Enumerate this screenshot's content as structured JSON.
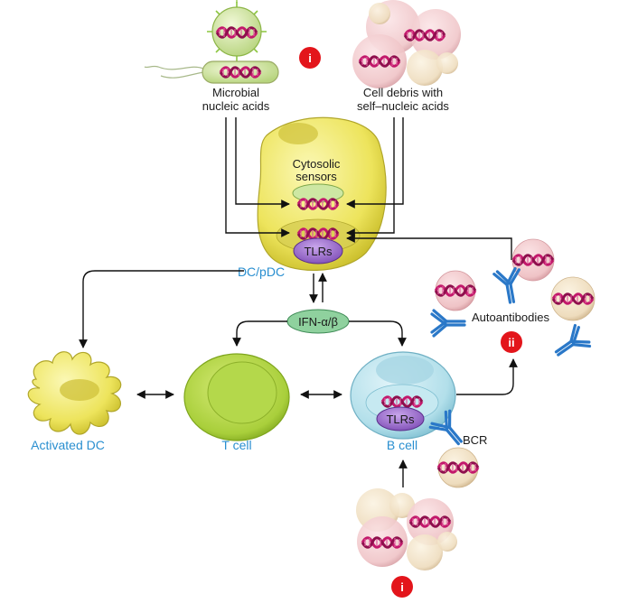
{
  "labels": {
    "microbial": [
      "Microbial",
      "nucleic acids"
    ],
    "cell_debris": [
      "Cell debris with",
      "self–nucleic acids"
    ],
    "cytosolic": [
      "Cytosolic",
      "sensors"
    ],
    "tlrs_top": "TLRs",
    "dc_pdc": "DC/pDC",
    "ifn": "IFN-α/β",
    "autoantibodies": "Autoantibodies",
    "activated_dc": "Activated DC",
    "t_cell": "T cell",
    "b_cell": "B cell",
    "tlrs_b": "TLRs",
    "bcr": "BCR"
  },
  "badges": {
    "top": "i",
    "autoantibodies": "ii",
    "bottom": "i"
  },
  "colors": {
    "badge_red": "#e3151b",
    "label_blue": "#2a8fd0",
    "dc_yellow": "#f3ee7a",
    "tcell_green": "#b7d84a",
    "bcell_blue": "#b8e2ec",
    "tlr_purple": "#9b6cc8",
    "ifn_green": "#8fd19e",
    "dna_magenta": "#c2186b",
    "antibody_blue": "#2a78c8"
  }
}
